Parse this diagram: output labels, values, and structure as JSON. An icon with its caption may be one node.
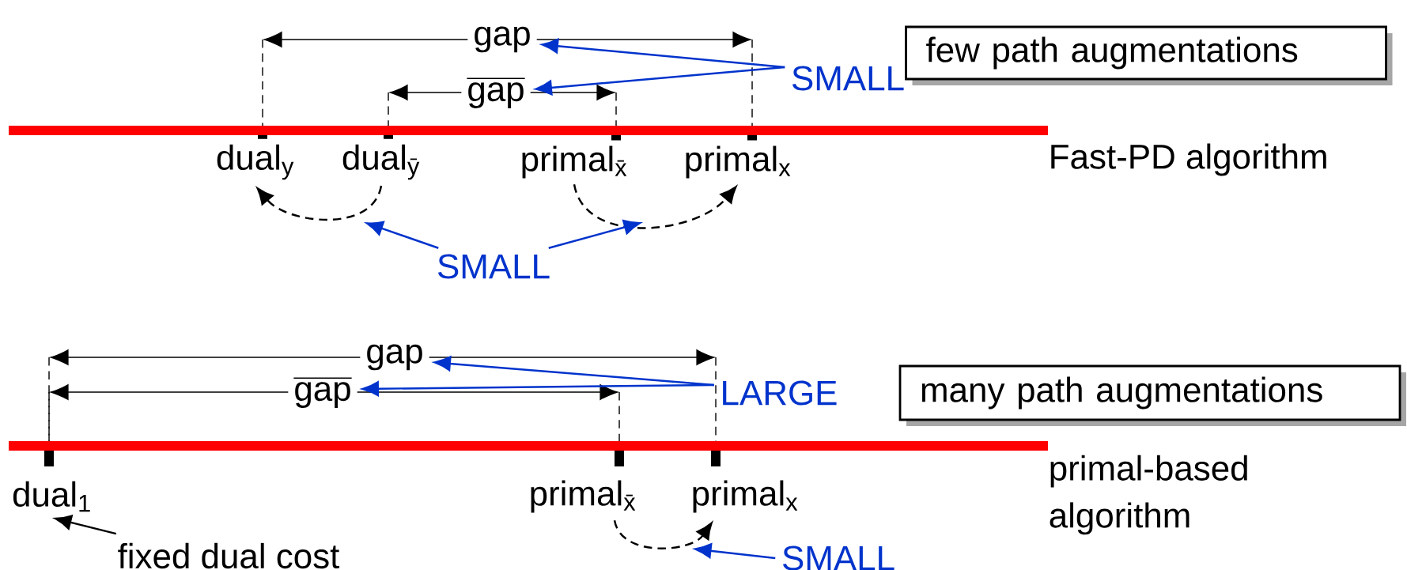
{
  "diagram": {
    "nodes": [
      {
        "text": [
          "few path augmentations"
        ]
      },
      {
        "text": [
          "gap"
        ]
      },
      {
        "text": [
          "gap"
        ]
      },
      {
        "text": [
          "SMALL"
        ]
      },
      {
        "text": [
          "dual$_{y}$"
        ]
      },
      {
        "text": [
          "dual$_{ȳ}$"
        ]
      },
      {
        "text": [
          "primal$_{x̄}$"
        ]
      },
      {
        "text": [
          "primal$_{x}$"
        ]
      },
      {
        "text": [
          "SMALL"
        ]
      },
      {
        "text": [
          "many path augmentations"
        ]
      },
      {
        "text": [
          "gap"
        ]
      },
      {
        "text": [
          "gap"
        ]
      },
      {
        "text": [
          "LARGE"
        ]
      },
      {
        "text": [
          "dual$_{1}$"
        ]
      },
      {
        "text": [
          "primal$_{x̄}$"
        ]
      },
      {
        "text": [
          "primal$_{x}$"
        ]
      },
      {
        "text": [
          "SMALL"
        ]
      },
      {
        "text": [
          "fixed dual cost"
        ]
      }
    ],
    "edges": [
      {
        "from": 3,
        "to": 1,
        "arrow": "to"
      },
      {
        "from": 3,
        "to": 2,
        "arrow": "to"
      },
      {
        "from": 5,
        "to": 4,
        "arrow": "to",
        "style": "dashed",
        "color": "#000000"
      },
      {
        "from": 6,
        "to": 7,
        "arrow": "to",
        "style": "dashed",
        "color": "#000000"
      },
      {
        "from": 8,
        "to": null,
        "arrow": "to"
      },
      {
        "from": 8,
        "to": null,
        "arrow": "to"
      },
      {
        "from": 12,
        "to": 10,
        "arrow": "to"
      },
      {
        "from": 12,
        "to": 11,
        "arrow": "to"
      },
      {
        "from": 14,
        "to": 15,
        "arrow": "to",
        "style": "dashed",
        "color": "#000000"
      },
      {
        "from": 16,
        "to": null,
        "arrow": "to"
      },
      {
        "from": 17,
        "to": 13,
        "arrow": "to",
        "color": "#000000"
      }
    ],
    "labels": [
      "Fast-PD algorithm",
      "primal-based algorithm"
    ]
  }
}
